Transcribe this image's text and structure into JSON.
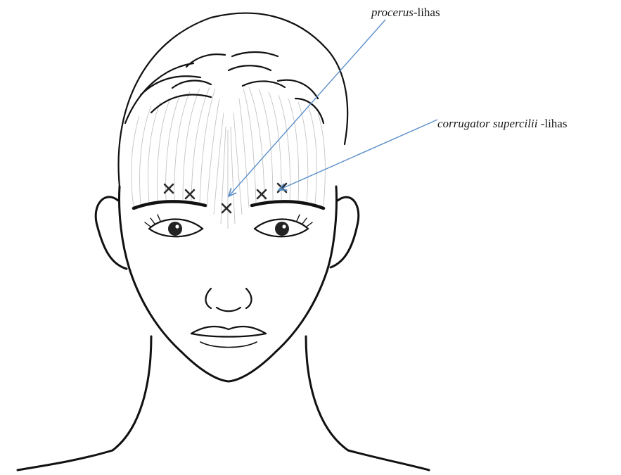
{
  "labels": {
    "procerus": {
      "term": "procerus",
      "suffix": "-lihas"
    },
    "corrugator": {
      "term": "corrugator supercilii",
      "suffix": " -lihas"
    }
  },
  "colors": {
    "line": "#111111",
    "muscle": "#b8b8b8",
    "arrow": "#5b8fc9",
    "marker": "#2a2a2a"
  }
}
